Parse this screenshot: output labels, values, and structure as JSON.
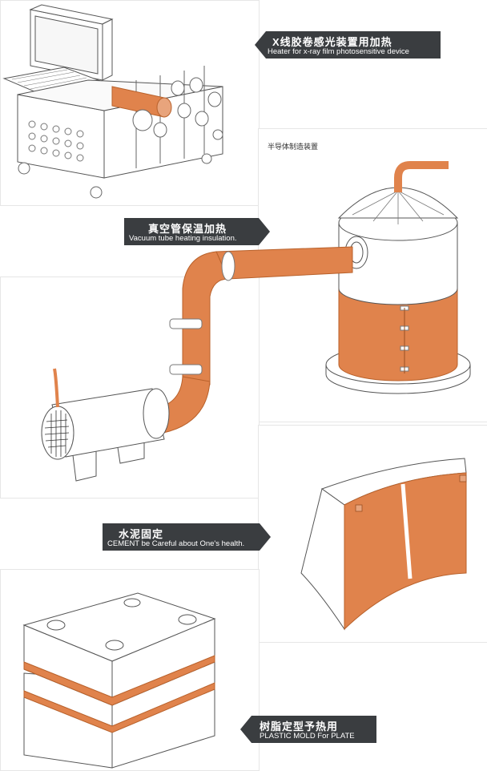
{
  "labels": {
    "xray": {
      "zh": "X线胶卷感光装置用加热",
      "en": "Heater for x-ray film photosensitive device"
    },
    "vacuum": {
      "zh": "真空管保温加热",
      "en": "Vacuum tube heating insulation."
    },
    "cement": {
      "zh": "水泥固定",
      "en": "CEMENT be Careful about One's health."
    },
    "plastic": {
      "zh": "树脂定型予热用",
      "en": "PLASTIC MOLD For PLATE"
    }
  },
  "semiconductor_caption": "半导体制造装置",
  "colors": {
    "heater_orange": "#e0834c",
    "label_bg": "#3a3d40",
    "line": "#555555"
  }
}
